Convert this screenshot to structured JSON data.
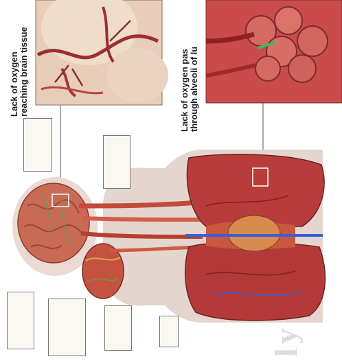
{
  "headings": {
    "brain_line1": "Lack of oxygen",
    "brain_line2": "reaching brain tissue",
    "lungs_line1": "Lack of oxygen pas",
    "lungs_line2": "through alveoli of lu"
  },
  "watermark": "ly"
}
